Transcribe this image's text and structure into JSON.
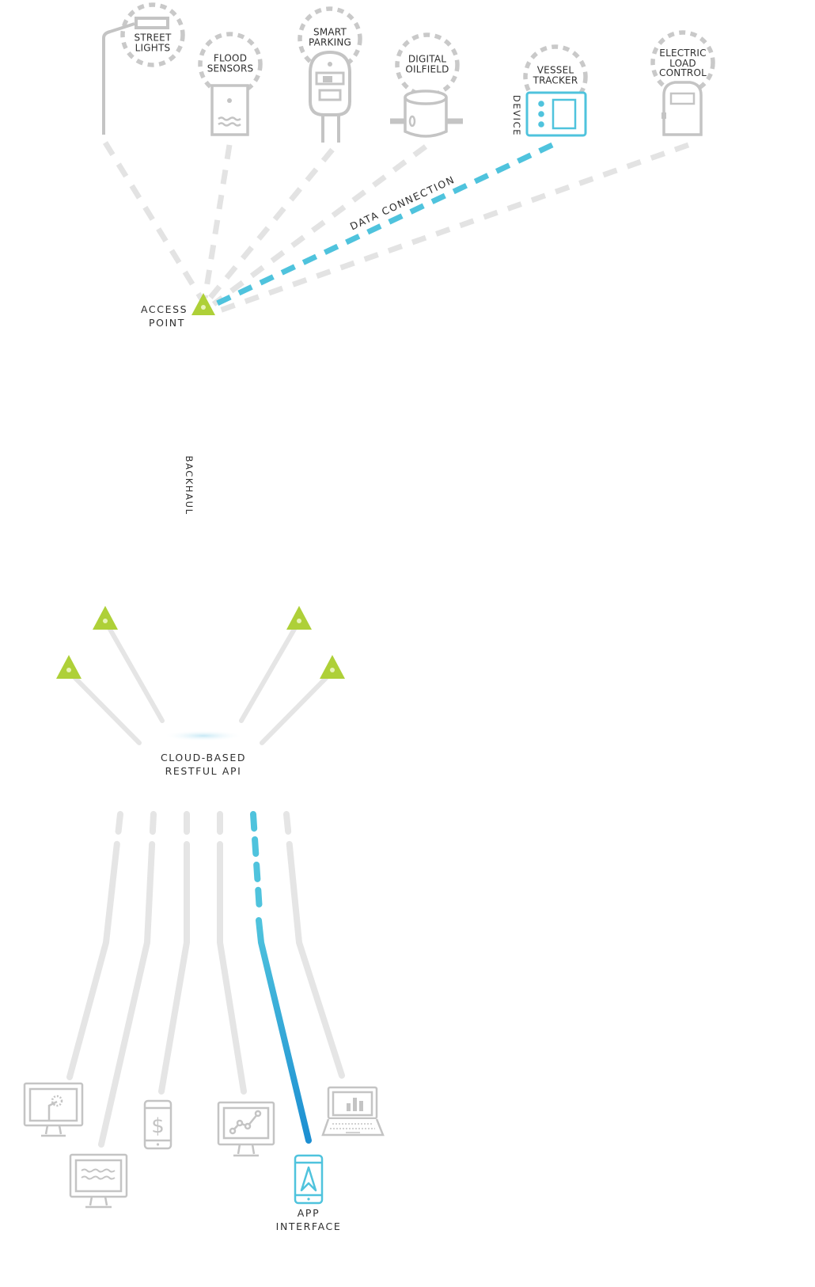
{
  "devices": [
    {
      "id": "street-lights",
      "label_lines": [
        "STREET",
        "LIGHTS"
      ],
      "icon": "street-light-icon"
    },
    {
      "id": "flood-sensors",
      "label_lines": [
        "FLOOD",
        "SENSORS"
      ],
      "icon": "flood-sensor-icon"
    },
    {
      "id": "smart-parking",
      "label_lines": [
        "SMART",
        "PARKING"
      ],
      "icon": "parking-meter-icon"
    },
    {
      "id": "digital-oilfield",
      "label_lines": [
        "DIGITAL",
        "OILFIELD"
      ],
      "icon": "oil-tank-icon"
    },
    {
      "id": "vessel-tracker",
      "label_lines": [
        "VESSEL",
        "TRACKER"
      ],
      "icon": "vessel-tracker-icon"
    },
    {
      "id": "electric-load-control",
      "label_lines": [
        "ELECTRIC",
        "LOAD",
        "CONTROL"
      ],
      "icon": "electric-cabinet-icon"
    }
  ],
  "labels": {
    "device": "DEVICE",
    "data_connection": "DATA CONNECTION",
    "access_point": [
      "ACCESS",
      "POINT"
    ],
    "backhaul": "BACKHAUL",
    "cloud_api": [
      "CLOUD-BASED",
      "RESTFUL API"
    ],
    "app_interface": [
      "APP",
      "INTERFACE"
    ]
  },
  "colors": {
    "gray_line": "#e3e3e3",
    "gray_icon": "#c4c4c4",
    "dashed_circle": "#c9c9c9",
    "highlight_light": "#4fc3dd",
    "highlight_dark": "#1d9fd8",
    "access_point_green": "#aed038",
    "text": "#333333"
  },
  "endpoints": [
    {
      "id": "monitor-map",
      "icon": "monitor-map-icon"
    },
    {
      "id": "monitor-waves",
      "icon": "monitor-waves-icon"
    },
    {
      "id": "phone-dollar",
      "icon": "phone-dollar-icon"
    },
    {
      "id": "monitor-chart",
      "icon": "monitor-line-chart-icon"
    },
    {
      "id": "phone-app",
      "icon": "phone-navigation-icon"
    },
    {
      "id": "laptop-chart",
      "icon": "laptop-bar-chart-icon"
    }
  ]
}
